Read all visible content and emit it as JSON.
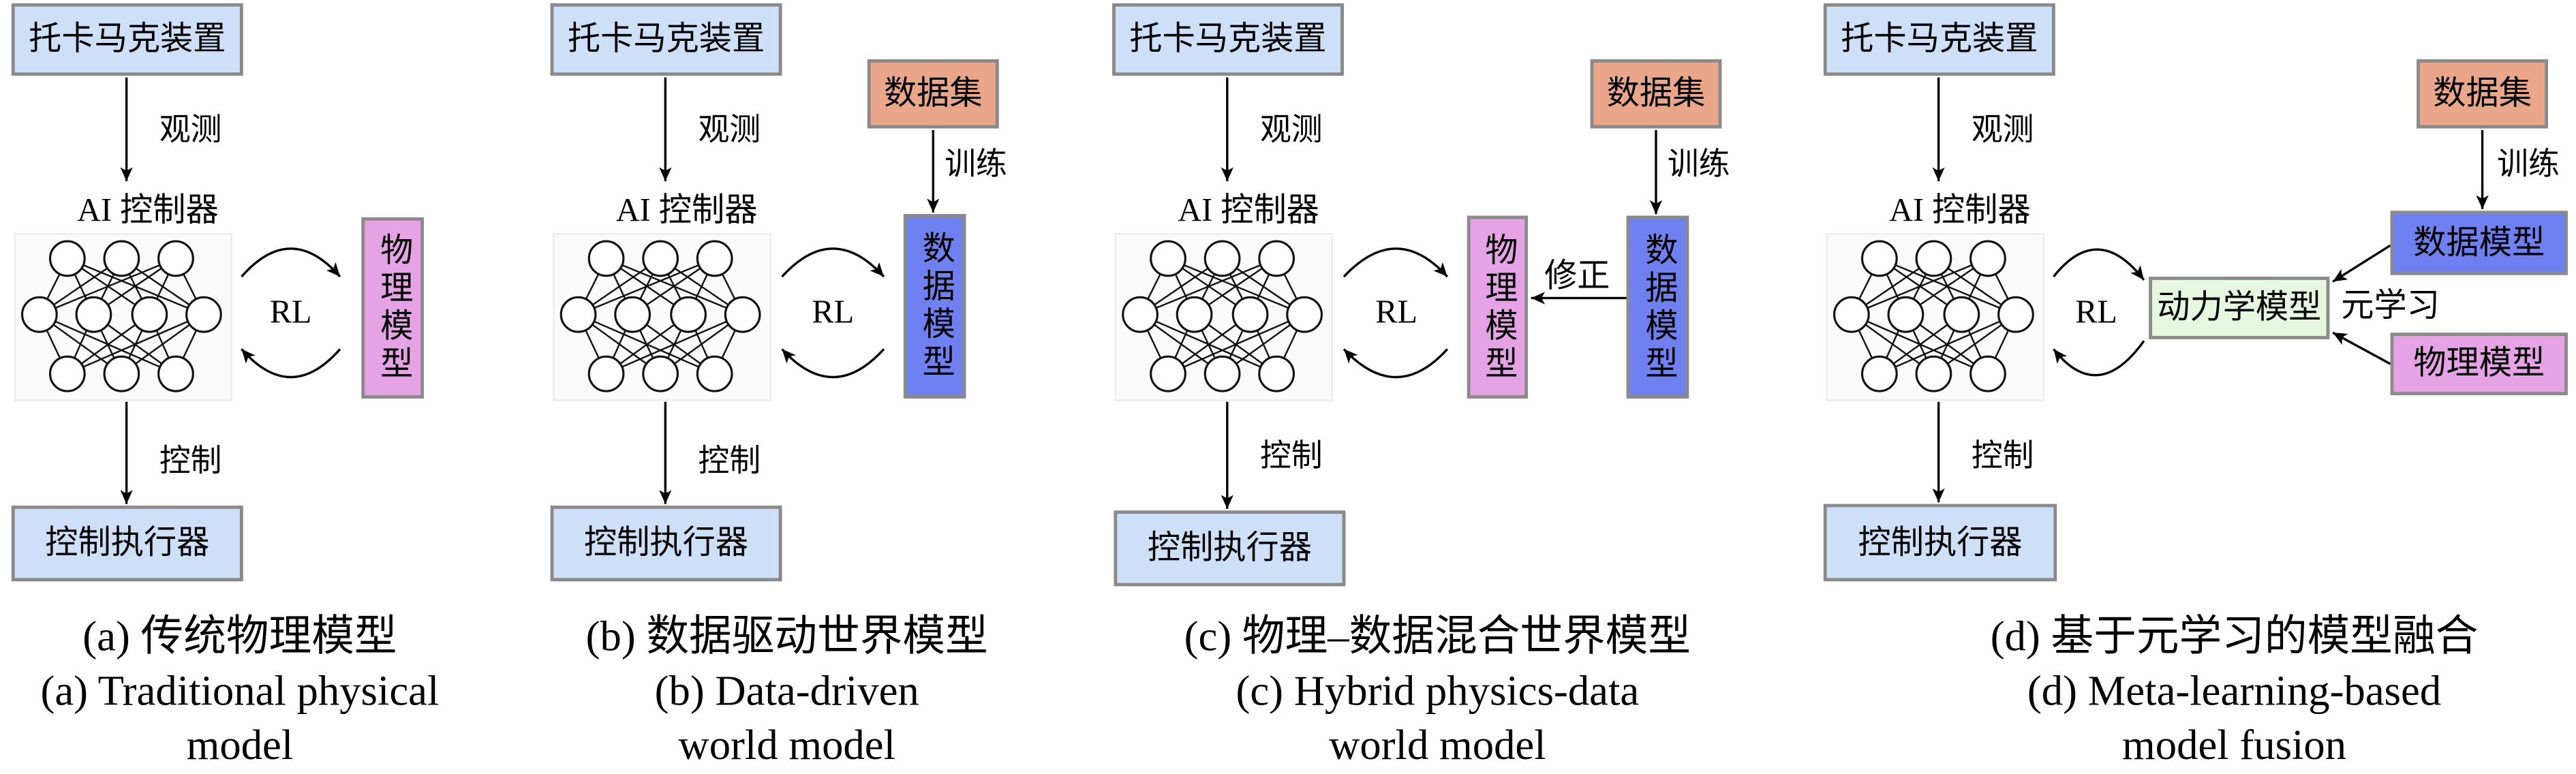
{
  "panels": [
    {
      "device": "托卡马克装置",
      "observe_label": "观测",
      "controller_label": "AI 控制器",
      "rl_label": "RL",
      "control_label": "控制",
      "actuator": "控制执行器",
      "physics_model": "物理模型",
      "caption_zh": "(a) 传统物理模型",
      "caption_en": [
        "(a) Traditional physical",
        "model"
      ]
    },
    {
      "device": "托卡马克装置",
      "observe_label": "观测",
      "controller_label": "AI 控制器",
      "rl_label": "RL",
      "control_label": "控制",
      "actuator": "控制执行器",
      "dataset": "数据集",
      "train_label": "训练",
      "data_model": "数据模型",
      "caption_zh": "(b) 数据驱动世界模型",
      "caption_en": [
        "(b) Data-driven",
        "world model"
      ]
    },
    {
      "device": "托卡马克装置",
      "observe_label": "观测",
      "controller_label": "AI 控制器",
      "rl_label": "RL",
      "control_label": "控制",
      "actuator": "控制执行器",
      "physics_model": "物理模型",
      "dataset": "数据集",
      "train_label": "训练",
      "data_model": "数据模型",
      "correction_label": "修正",
      "caption_zh": "(c) 物理–数据混合世界模型",
      "caption_en": [
        "(c) Hybrid physics-data",
        "world model"
      ]
    },
    {
      "device": "托卡马克装置",
      "observe_label": "观测",
      "controller_label": "AI 控制器",
      "rl_label": "RL",
      "control_label": "控制",
      "actuator": "控制执行器",
      "dynamics_model": "动力学模型",
      "meta_learning_label": "元学习",
      "dataset": "数据集",
      "train_label": "训练",
      "data_model": "数据模型",
      "physics_model": "物理模型",
      "caption_zh": "(d) 基于元学习的模型融合",
      "caption_en": [
        "(d) Meta-learning-based",
        "model fusion"
      ]
    }
  ],
  "icons": {
    "controller": "neural-network-icon"
  },
  "colors": {
    "device_box": "#cde0f8",
    "dataset_box": "#e9a68b",
    "data_model_box": "#6f80f0",
    "physics_model_box": "#e5a3e5",
    "dynamics_model_box": "#e5f7df",
    "box_border": "#8a8a8a"
  }
}
